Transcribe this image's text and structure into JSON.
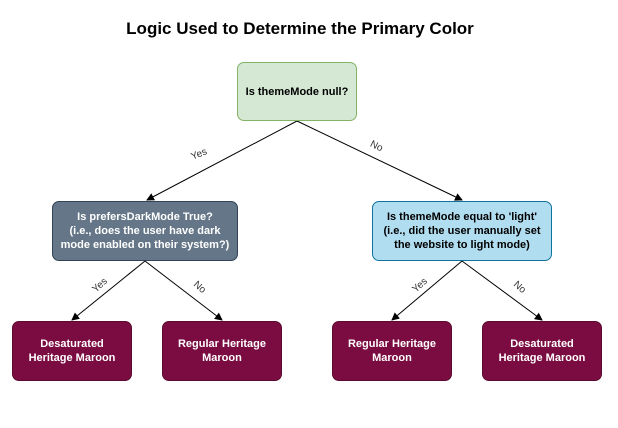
{
  "title": "Logic Used to Determine the Primary Color",
  "nodes": {
    "root": "Is themeMode null?",
    "left_decision": "Is prefersDarkMode True?\n(i.e., does the user have dark mode enabled on their system?)",
    "right_decision": "Is themeMode equal to 'light'\n(i.e., did the user manually set the website to light mode)",
    "leaf1": "Desaturated Heritage Maroon",
    "leaf2": "Regular Heritage Maroon",
    "leaf3": "Regular Heritage Maroon",
    "leaf4": "Desaturated Heritage Maroon"
  },
  "edges": {
    "root_yes": "Yes",
    "root_no": "No",
    "left_yes": "Yes",
    "left_no": "No",
    "right_yes": "Yes",
    "right_no": "No"
  },
  "colors": {
    "root_fill": "#d5e8d4",
    "left_fill": "#647687",
    "right_fill": "#b1ddf0",
    "leaf_fill": "#7b0c41"
  }
}
